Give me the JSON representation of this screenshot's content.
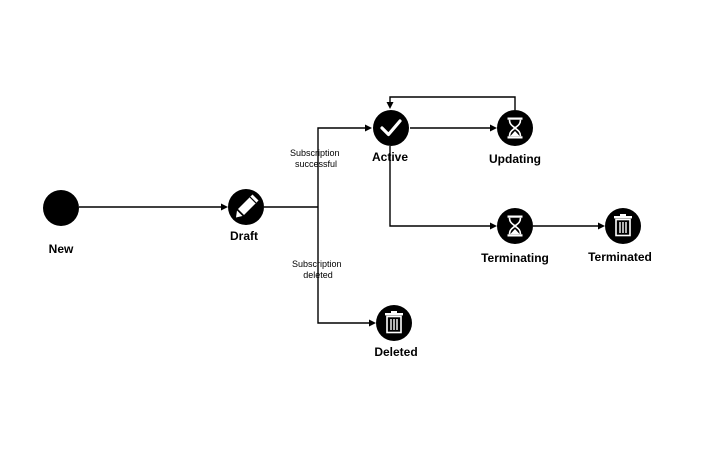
{
  "nodes": {
    "new": {
      "label": "New"
    },
    "draft": {
      "label": "Draft",
      "icon": "pencil-icon"
    },
    "active": {
      "label": "Active",
      "icon": "check-icon"
    },
    "updating": {
      "label": "Updating",
      "icon": "hourglass-icon"
    },
    "terminating": {
      "label": "Terminating",
      "icon": "hourglass-icon"
    },
    "terminated": {
      "label": "Terminated",
      "icon": "trash-icon"
    },
    "deleted": {
      "label": "Deleted",
      "icon": "trash-icon"
    }
  },
  "edge_labels": {
    "subscription_successful": [
      "Subscription",
      "successful"
    ],
    "subscription_deleted": [
      "Subscription",
      "deleted"
    ]
  },
  "colors": {
    "node": "#000000",
    "icon": "#ffffff",
    "line": "#000000",
    "background": "#ffffff"
  }
}
